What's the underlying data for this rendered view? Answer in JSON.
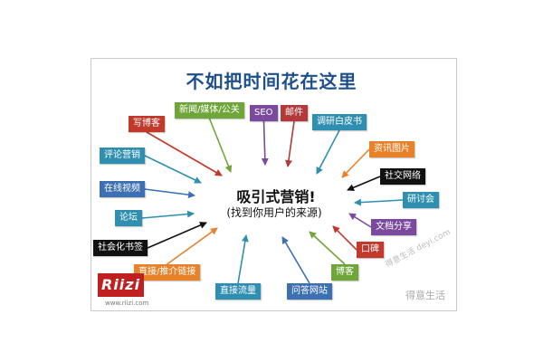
{
  "diagram": {
    "title": "不如把时间花在这里",
    "center_main": "吸引式营销!",
    "center_sub": "(找到你用户的来源)",
    "nodes": [
      {
        "id": "blog",
        "label": "写博客",
        "color": "#c0392b"
      },
      {
        "id": "news",
        "label": "新闻/媒体/公关",
        "color": "#6fa63a"
      },
      {
        "id": "seo",
        "label": "SEO",
        "color": "#7a4a9e"
      },
      {
        "id": "email",
        "label": "邮件",
        "color": "#b23a3a"
      },
      {
        "id": "research",
        "label": "调研白皮书",
        "color": "#2f8fb0"
      },
      {
        "id": "review",
        "label": "评论营销",
        "color": "#2f8fb0"
      },
      {
        "id": "infopic",
        "label": "资讯图片",
        "color": "#e8822a"
      },
      {
        "id": "social",
        "label": "社交网络",
        "color": "#111111"
      },
      {
        "id": "video",
        "label": "在线视频",
        "color": "#3d6fb3"
      },
      {
        "id": "seminar",
        "label": "研讨会",
        "color": "#2f8fb0"
      },
      {
        "id": "forum",
        "label": "论坛",
        "color": "#2f8fb0"
      },
      {
        "id": "docshare",
        "label": "文档分享",
        "color": "#7a4a9e"
      },
      {
        "id": "bookmark",
        "label": "社会化书签",
        "color": "#111111"
      },
      {
        "id": "wom",
        "label": "口碑",
        "color": "#c0392b"
      },
      {
        "id": "referral",
        "label": "直接/推介链接",
        "color": "#e8822a"
      },
      {
        "id": "weibo",
        "label": "博客",
        "color": "#6fa63a"
      },
      {
        "id": "direct",
        "label": "直接流量",
        "color": "#2f8fb0"
      },
      {
        "id": "qa",
        "label": "问答网站",
        "color": "#3d6fb3"
      }
    ]
  },
  "branding": {
    "logo": "Riizi",
    "logo_url": "www.riizi.com",
    "watermark": "得意生活",
    "stamp": "得意生活 deyi.com"
  }
}
